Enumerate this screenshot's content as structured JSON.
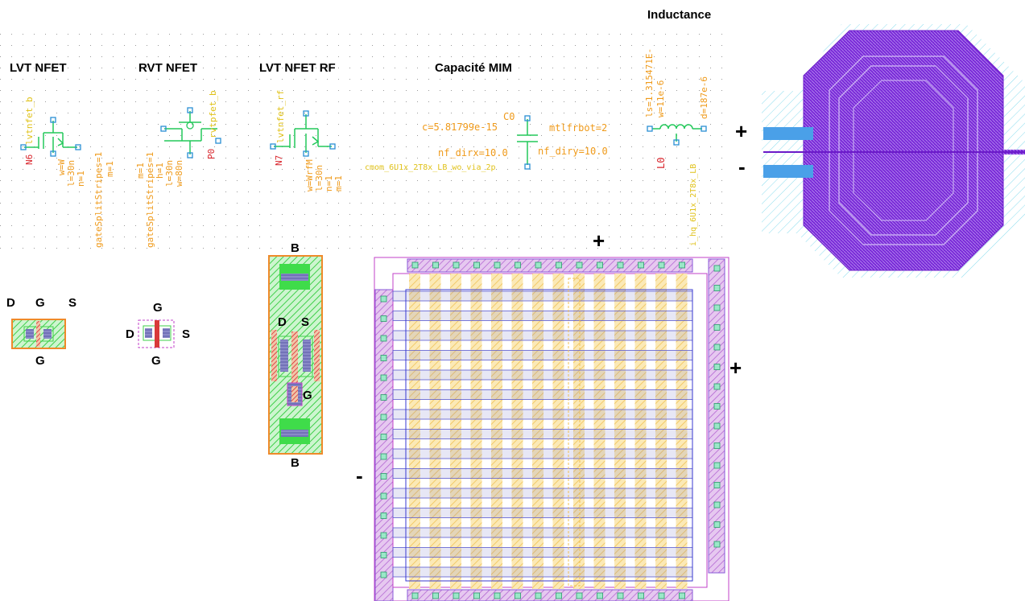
{
  "titles": {
    "lvt_nfet": "LVT NFET",
    "rvt_nfet": "RVT NFET",
    "lvt_nfet_rf": "LVT NFET RF",
    "capacite_mim": "Capacité MIM",
    "inductance": "Inductance"
  },
  "sch_lvt": {
    "cell": "lvtnfet_b",
    "inst": "N6",
    "params": [
      "w=W",
      "l=30n",
      "n=1",
      "m=1",
      "gateSplitStripes=1"
    ]
  },
  "sch_rvt": {
    "cell": "rvtpfet_b",
    "inst": "P0",
    "params": [
      "m=1",
      "gateSplitStripes=1",
      "h=1",
      "l=30n",
      "w=80n"
    ]
  },
  "sch_rf": {
    "cell": "lvtnfet_rf",
    "inst": "N7",
    "params": [
      "w=WrfM",
      "l=30n",
      "n=1",
      "m=1"
    ]
  },
  "sch_mim": {
    "inst": "C0",
    "c": "c=5.81799e-15",
    "mtlfrbot": "mtlfrbot=2",
    "nf_dirx": "nf_dirx=10.0",
    "nf_diry": "nf_diry=10.0",
    "cell": "cmom_6U1x_2T8x_LB_wo_via_2p"
  },
  "sch_ind": {
    "inst": "L0",
    "ls": "ls=1.315471E-",
    "w": "w=11e-6",
    "d": "d=187e-6",
    "cell": "i_hq_6U1x_2T8x_LB"
  },
  "pins": {
    "lvt_d": "D",
    "lvt_g_top": "G",
    "lvt_s": "S",
    "lvt_g_bot": "G",
    "rvt_g_top": "G",
    "rvt_d": "D",
    "rvt_s": "S",
    "rvt_g_bot": "G",
    "rf_b_top": "B",
    "rf_d": "D",
    "rf_s": "S",
    "rf_g": "G",
    "rf_b_bot": "B"
  },
  "signs": {
    "ind_plus": "+",
    "ind_minus": "-",
    "mim_plus_top": "+",
    "mim_plus_right": "+",
    "mim_minus_left": "-"
  },
  "colors": {
    "wire": "#23c85a",
    "pin": "#2a8fd4",
    "label_red": "#d8232a",
    "label_orange": "#ef9a1a",
    "label_yellow": "#e0c21a",
    "poly": "#d83a3a",
    "diff": "#3fcf4a",
    "metal_blue": "#6a6ad8",
    "metal_purple": "#7a2ad8",
    "cyan": "#5ad0e8",
    "magenta": "#c040c8",
    "nwell_orange": "#ef8a2a",
    "yellow_fill": "#f5d060"
  }
}
